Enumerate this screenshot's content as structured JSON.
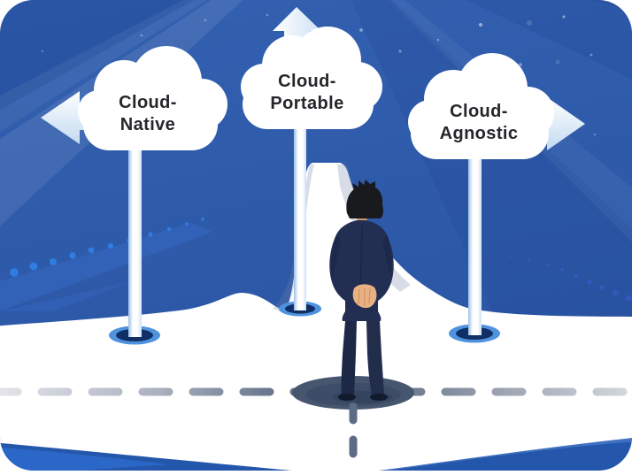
{
  "illustration": {
    "alt": "Businessman standing at a crossroads facing three cloud-shaped signposts",
    "signposts": [
      {
        "line1": "Cloud-",
        "line2": "Native",
        "direction": "left"
      },
      {
        "line1": "Cloud-",
        "line2": "Portable",
        "direction": "up"
      },
      {
        "line1": "Cloud-",
        "line2": "Agnostic",
        "direction": "right"
      }
    ],
    "colors": {
      "sky_blue": "#2e5dac",
      "cloud_white": "#ffffff",
      "label_text": "#26262b",
      "accent_dot_blue": "#2f7de2",
      "pole_base_navy": "#0f2f66",
      "suit_navy": "#232f52",
      "skin": "#e9b183",
      "road_dash_gray": "#5c6a84",
      "road_edge_blue": "#2457ab"
    }
  }
}
